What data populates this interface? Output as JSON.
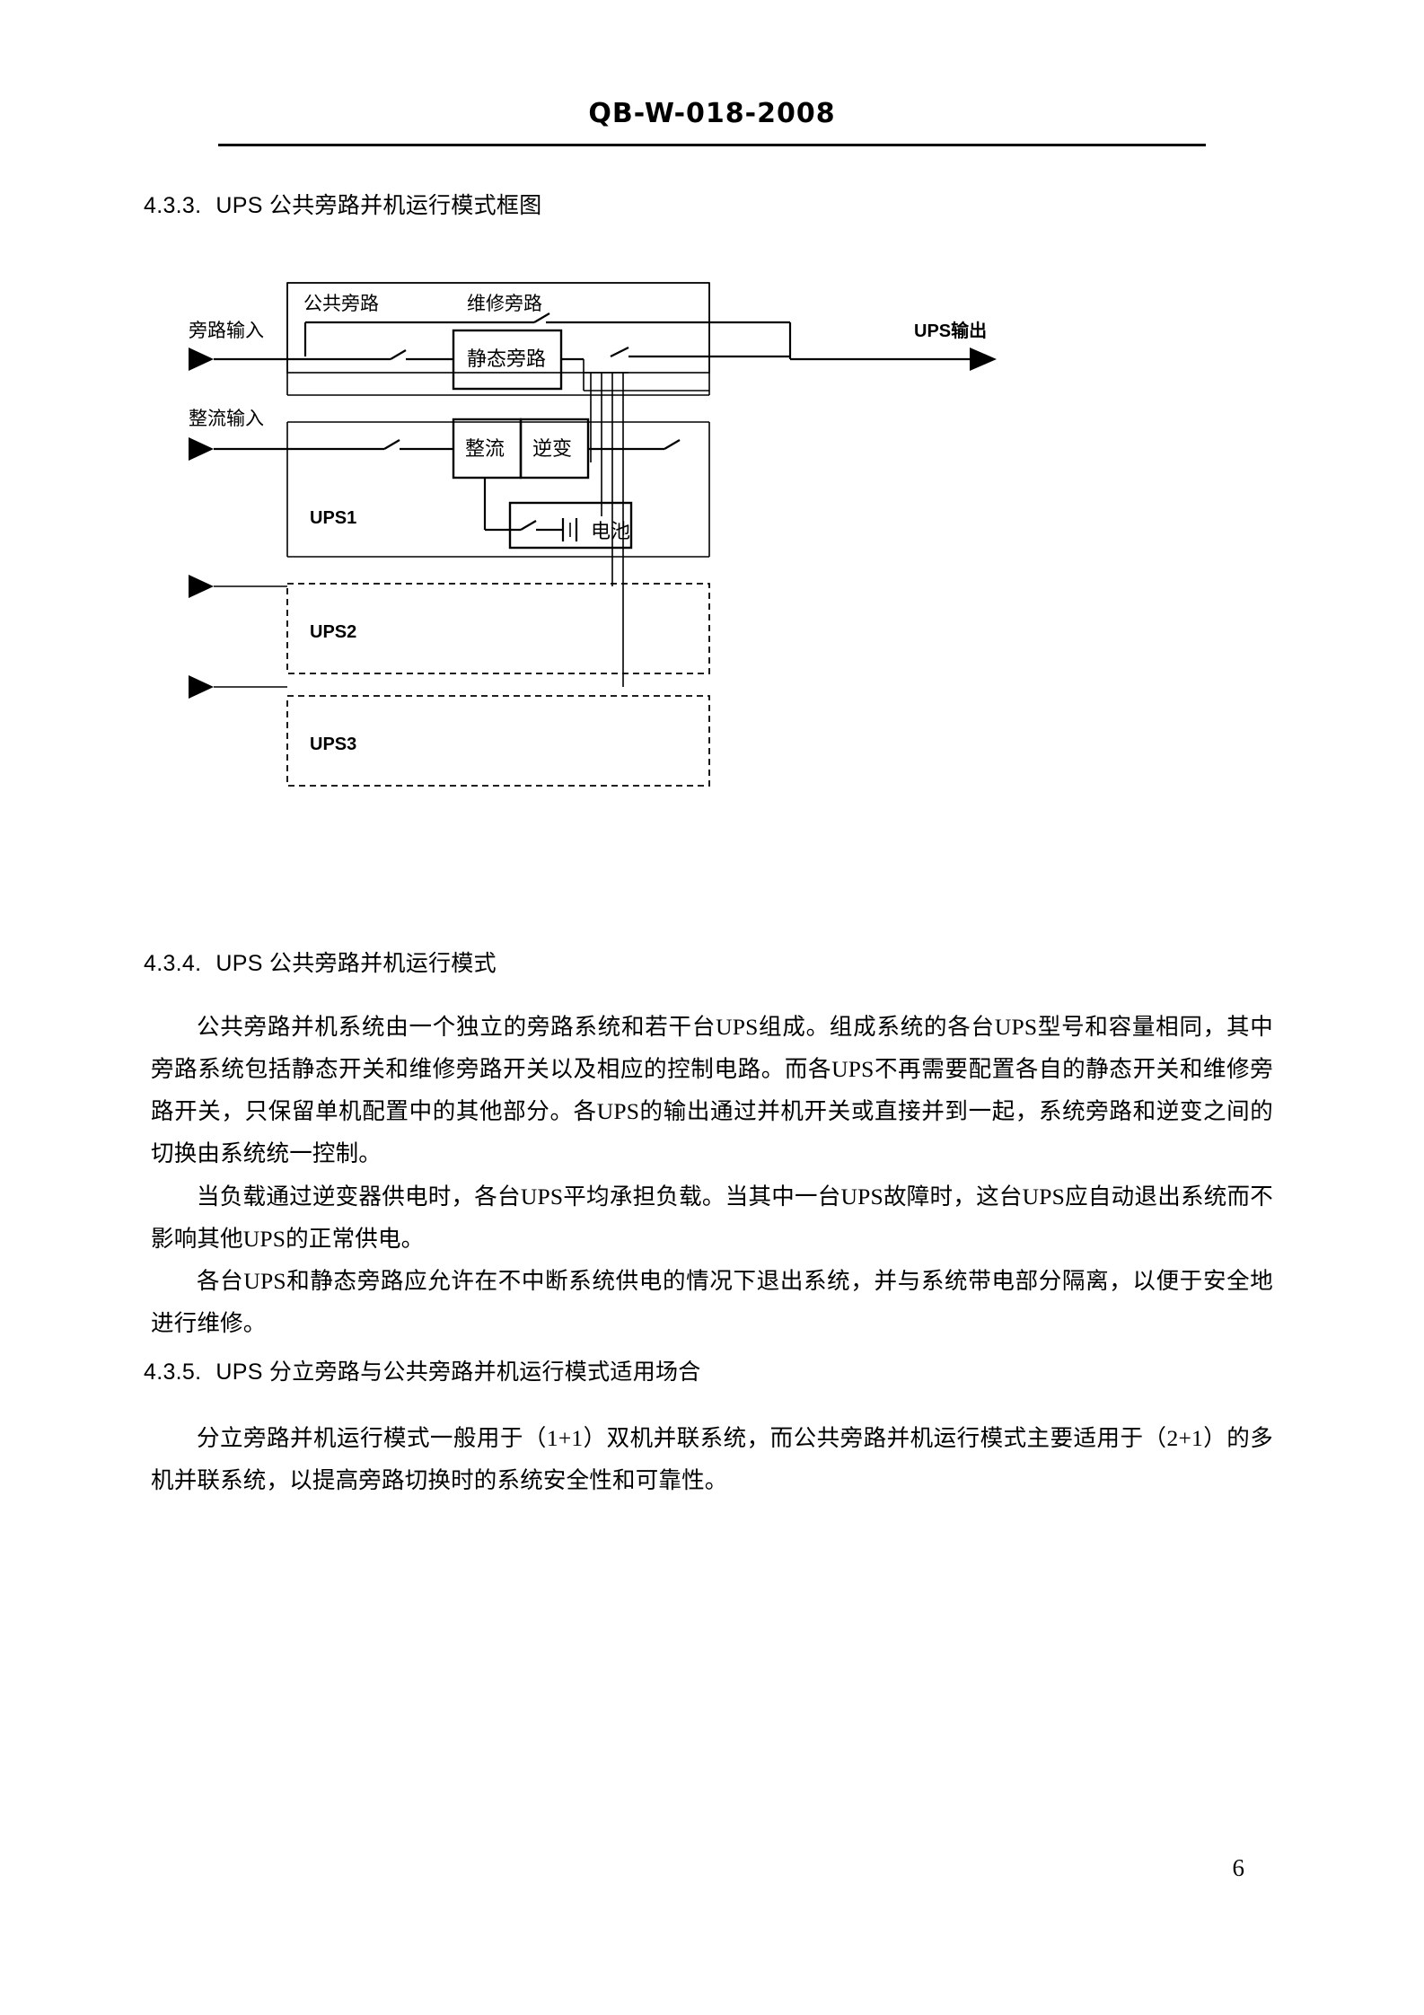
{
  "document": {
    "header_title": "QB-W-018-2008",
    "page_number": "6"
  },
  "sections": [
    {
      "number": "4.3.3.",
      "title": "UPS 公共旁路并机运行模式框图"
    },
    {
      "number": "4.3.4.",
      "title": "UPS 公共旁路并机运行模式"
    },
    {
      "number": "4.3.5.",
      "title": "UPS 分立旁路与公共旁路并机运行模式适用场合"
    }
  ],
  "paragraphs": {
    "p1": "公共旁路并机系统由一个独立的旁路系统和若干台UPS组成。组成系统的各台UPS型号和容量相同，其中旁路系统包括静态开关和维修旁路开关以及相应的控制电路。而各UPS不再需要配置各自的静态开关和维修旁路开关，只保留单机配置中的其他部分。各UPS的输出通过并机开关或直接并到一起，系统旁路和逆变之间的切换由系统统一控制。",
    "p2": "当负载通过逆变器供电时，各台UPS平均承担负载。当其中一台UPS故障时，这台UPS应自动退出系统而不影响其他UPS的正常供电。",
    "p3": "各台UPS和静态旁路应允许在不中断系统供电的情况下退出系统，并与系统带电部分隔离，以便于安全地进行维修。",
    "p4": "分立旁路并机运行模式一般用于（1+1）双机并联系统，而公共旁路并机运行模式主要适用于（2+1）的多机并联系统，以提高旁路切换时的系统安全性和可靠性。"
  },
  "diagram": {
    "title": "UPS 公共旁路并机运行模式框图",
    "labels": {
      "common_bypass": "公共旁路",
      "maintenance_bypass": "维修旁路",
      "bypass_input": "旁路输入",
      "static_bypass": "静态旁路",
      "ups_output": "UPS输出",
      "rectifier_input": "整流输入",
      "ups1": "UPS1",
      "rectifier": "整流",
      "inverter": "逆变",
      "battery": "电池",
      "ups2": "UPS2",
      "ups3": "UPS3"
    }
  }
}
